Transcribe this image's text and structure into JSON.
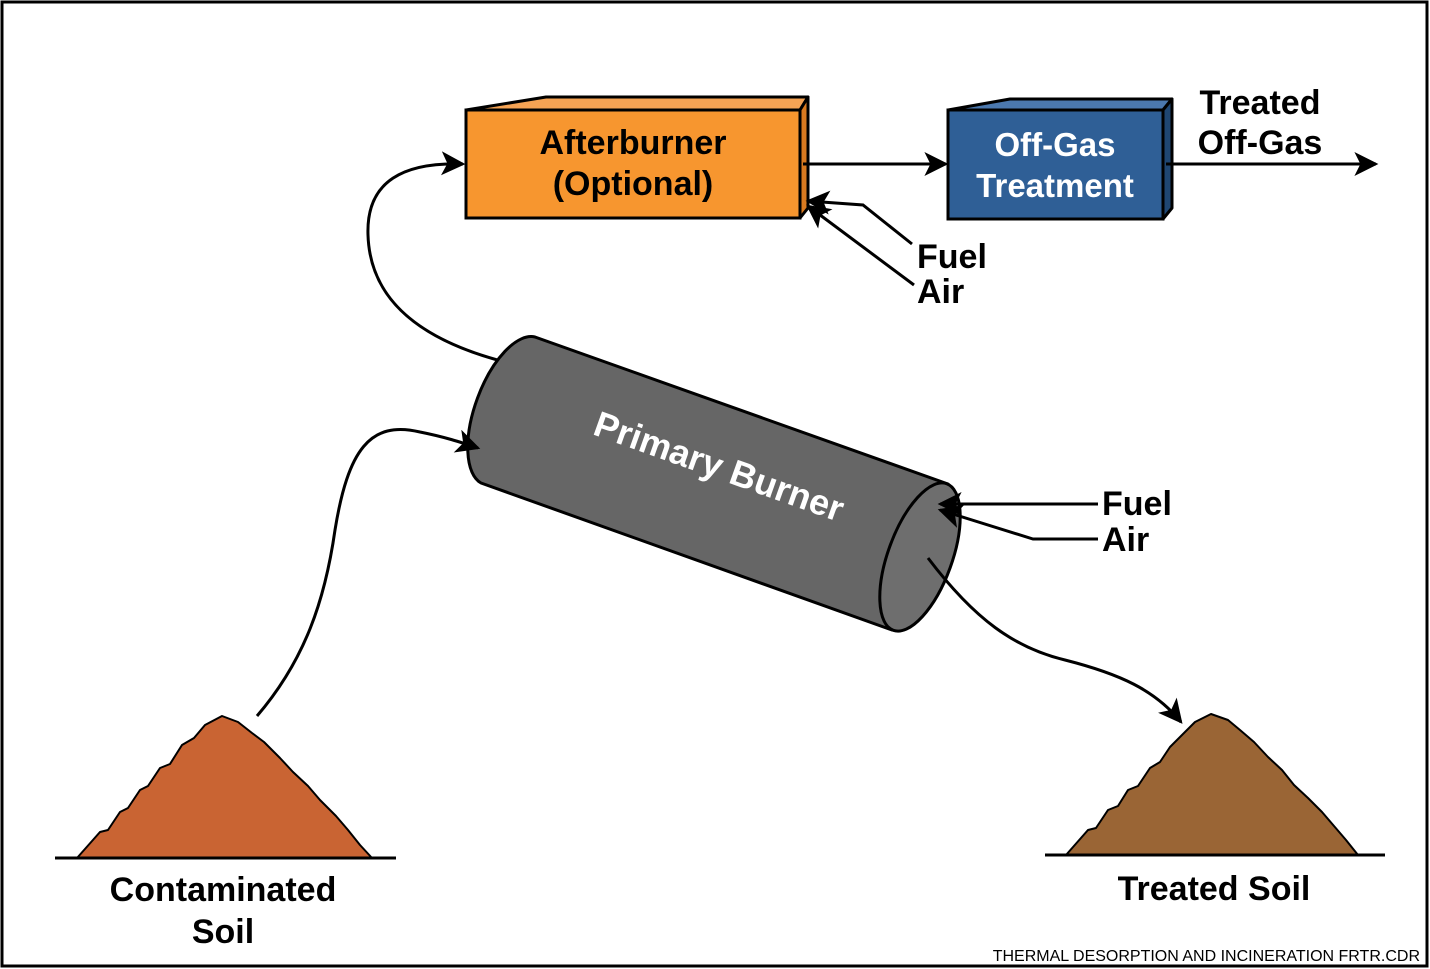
{
  "afterburner": {
    "line1": "Afterburner",
    "line2": "(Optional)",
    "color": "#F7962F"
  },
  "offgas": {
    "line1": "Off-Gas",
    "line2": "Treatment",
    "color": "#2F5F96"
  },
  "treated_offgas": {
    "line1": "Treated",
    "line2": "Off-Gas"
  },
  "afterburner_inputs": {
    "fuel": "Fuel",
    "air": "Air"
  },
  "primary_burner": {
    "label": "Primary Burner",
    "color": "#666666"
  },
  "primary_inputs": {
    "fuel": "Fuel",
    "air": "Air"
  },
  "contaminated_soil": {
    "line1": "Contaminated",
    "line2": "Soil",
    "color": "#C96433"
  },
  "treated_soil": {
    "label": "Treated Soil",
    "color": "#9A6535"
  },
  "footer": "THERMAL DESORPTION AND INCINERATION  FRTR.CDR"
}
